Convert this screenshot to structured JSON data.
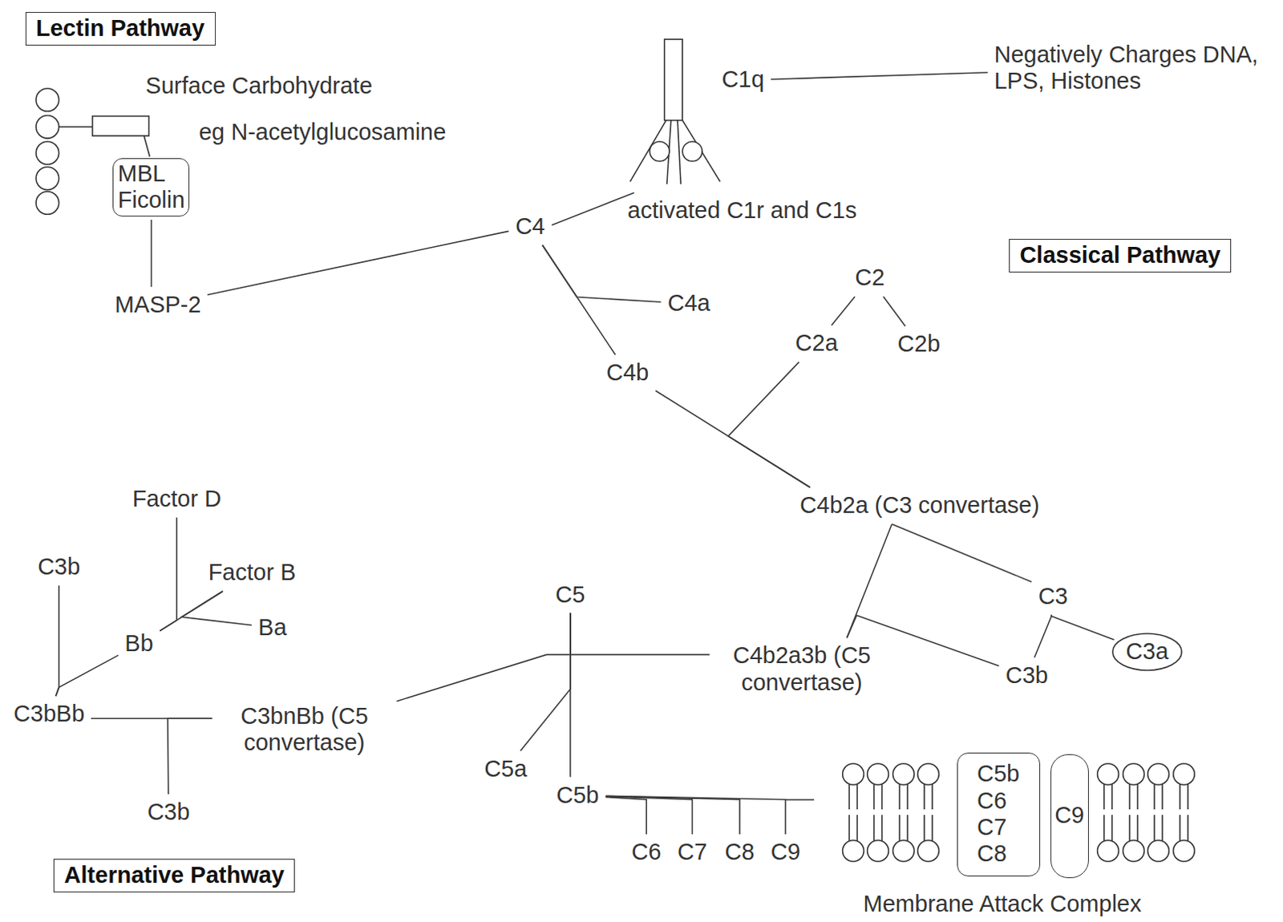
{
  "diagram": {
    "nodes": [
      {
        "text": [
          "Lectin Pathway"
        ]
      },
      {
        "text": [
          "C1q"
        ]
      },
      {
        "text": [
          "Negatively Charges DNA, LPS, Histones"
        ]
      },
      {
        "text": [
          "MBL Ficolin"
        ]
      },
      {
        "text": [
          "activated C1r and C1s"
        ]
      },
      {
        "text": [
          "C4"
        ]
      },
      {
        "text": [
          "Classical Pathway"
        ]
      },
      {
        "text": [
          "C2"
        ]
      },
      {
        "text": [
          "MASP-2"
        ]
      },
      {
        "text": [
          "C4a"
        ]
      },
      {
        "text": [
          "C2a"
        ]
      },
      {
        "text": [
          "C2b"
        ]
      },
      {
        "text": [
          "C4b"
        ]
      },
      {
        "text": [
          "Factor D"
        ]
      },
      {
        "text": [
          "C4b2a (C3 convertase)"
        ]
      },
      {
        "text": [
          "C3b"
        ]
      },
      {
        "text": [
          "Factor B"
        ]
      },
      {
        "text": [
          "C5"
        ]
      },
      {
        "text": [
          "C3"
        ]
      },
      {
        "text": [
          "Ba"
        ]
      },
      {
        "text": [
          "Bb"
        ]
      },
      {
        "text": [
          "C3a"
        ]
      },
      {
        "text": [
          "C4b2a3b (C5 convertase)"
        ]
      },
      {
        "text": [
          "C3b"
        ]
      },
      {
        "text": [
          "C3bBb"
        ]
      },
      {
        "text": [
          "C3bnBb (C5 convertase)"
        ]
      },
      {
        "text": [
          "C5a"
        ]
      },
      {
        "text": [
          "C5b C6 C7 C8"
        ]
      },
      {
        "text": [
          "C9"
        ]
      },
      {
        "text": [
          "C5b"
        ]
      },
      {
        "text": [
          "C3b"
        ]
      },
      {
        "text": [
          "C6"
        ]
      },
      {
        "text": [
          "C7"
        ]
      },
      {
        "text": [
          "C8"
        ]
      },
      {
        "text": [
          "C9"
        ]
      },
      {
        "text": [
          "Alternative Pathway"
        ]
      }
    ],
    "edges": [
      {
        "from": 3,
        "to": 8,
        "arrow": "none"
      },
      {
        "from": 8,
        "to": 5,
        "arrow": "none"
      },
      {
        "from": 4,
        "to": 5,
        "arrow": "none"
      },
      {
        "from": 1,
        "to": 2,
        "arrow": "none"
      },
      {
        "from": 5,
        "to": 12,
        "arrow": "none"
      },
      {
        "from": 5,
        "to": 9,
        "arrow": "none"
      },
      {
        "from": 7,
        "to": 10,
        "arrow": "none"
      },
      {
        "from": 7,
        "to": 11,
        "arrow": "none"
      },
      {
        "from": 12,
        "to": 14,
        "arrow": "none"
      },
      {
        "from": 10,
        "to": 14,
        "arrow": "none"
      },
      {
        "from": 16,
        "to": 20,
        "arrow": "none"
      },
      {
        "from": 16,
        "to": 19,
        "arrow": "none"
      },
      {
        "from": 13,
        "to": 20,
        "arrow": "none"
      },
      {
        "from": 15,
        "to": 24,
        "arrow": "none"
      },
      {
        "from": 20,
        "to": 24,
        "arrow": "none"
      },
      {
        "from": 24,
        "to": 25,
        "arrow": "none"
      },
      {
        "from": 30,
        "to": 25,
        "arrow": "none"
      },
      {
        "from": 25,
        "to": 17,
        "arrow": "none"
      },
      {
        "from": 22,
        "to": 17,
        "arrow": "none"
      },
      {
        "from": 17,
        "to": 29,
        "arrow": "none"
      },
      {
        "from": 17,
        "to": 26,
        "arrow": "none"
      },
      {
        "from": 14,
        "to": 18,
        "arrow": "none"
      },
      {
        "from": 14,
        "to": 22,
        "arrow": "none"
      },
      {
        "from": 23,
        "to": 22,
        "arrow": "none"
      },
      {
        "from": 18,
        "to": 23,
        "arrow": "none"
      },
      {
        "from": 18,
        "to": 21,
        "arrow": "none"
      },
      {
        "from": 29,
        "to": 31,
        "arrow": "none"
      },
      {
        "from": 29,
        "to": 32,
        "arrow": "none"
      },
      {
        "from": 29,
        "to": 33,
        "arrow": "none"
      },
      {
        "from": 29,
        "to": 34,
        "arrow": "none"
      }
    ],
    "labels": [
      "Surface Carbohydrate",
      "eg N-acetylglucosamine",
      "Membrane Attack Complex"
    ]
  }
}
